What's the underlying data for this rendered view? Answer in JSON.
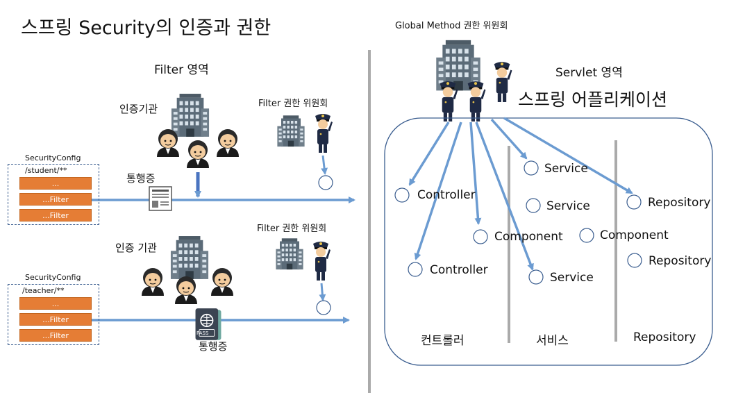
{
  "title": "스프링 Security의 인증과 권한",
  "left": {
    "filter_area": "Filter 영역",
    "top": {
      "auth_org": "인증기관",
      "committee": "Filter 권한 위원회",
      "pass_label": "통행증",
      "config_title": "SecurityConfig",
      "config_path": "/student/**",
      "chips": [
        "...",
        "...Filter",
        "...Filter"
      ]
    },
    "bottom": {
      "auth_org": "인증 기관",
      "committee": "Filter 권한 위원회",
      "pass_label": "통행증",
      "pass_card_text": "PASS",
      "config_title": "SecurityConfig",
      "config_path": "/teacher/**",
      "chips": [
        "...",
        "...Filter",
        "...Filter"
      ]
    }
  },
  "right": {
    "global_method": "Global Method 권한 위원회",
    "servlet_area": "Servlet 영역",
    "app_title": "스프링 어플리케이션",
    "nodes": [
      {
        "id": "controller-1",
        "label": "Controller"
      },
      {
        "id": "controller-2",
        "label": "Controller"
      },
      {
        "id": "component-1",
        "label": "Component"
      },
      {
        "id": "service-1",
        "label": "Service"
      },
      {
        "id": "service-2",
        "label": "Service"
      },
      {
        "id": "service-3",
        "label": "Service"
      },
      {
        "id": "component-2",
        "label": "Component"
      },
      {
        "id": "repository-1",
        "label": "Repository"
      },
      {
        "id": "repository-2",
        "label": "Repository"
      }
    ],
    "columns": [
      "컨트롤러",
      "서비스",
      "Repository"
    ]
  },
  "colors": {
    "arrow": "#6b9bd1",
    "filter_chip": "#e57d35",
    "divider": "#aaaaaa",
    "building": "#5b6b78",
    "police": "#1f2a44"
  },
  "icons": [
    "building-icon",
    "person-icon",
    "police-icon",
    "id-card-icon",
    "passport-icon"
  ]
}
